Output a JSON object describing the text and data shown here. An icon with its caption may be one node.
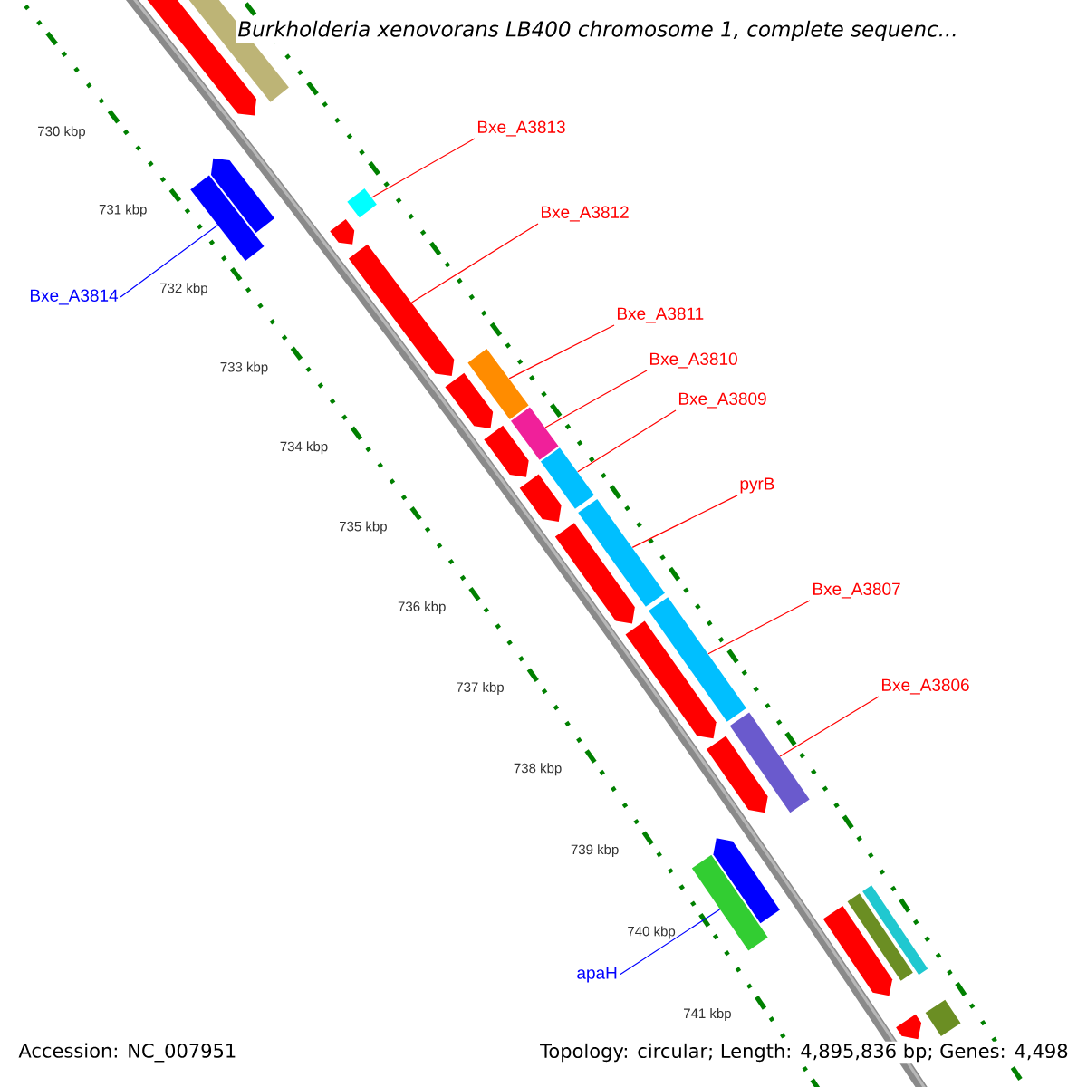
{
  "diagram": {
    "title": "Burkholderia xenovorans LB400 chromosome 1, complete sequenc...",
    "nodes": [
      {
        "text": [
          "Bxe_A3813"
        ]
      },
      {
        "text": [],
        "shape": "bar"
      },
      {
        "text": [
          "Bxe_A3812"
        ]
      },
      {
        "text": [],
        "shape": "pentagon"
      },
      {
        "text": [
          "Bxe_A3814"
        ]
      },
      {
        "text": [],
        "shape": "bar"
      },
      {
        "text": [
          "Bxe_A3811"
        ]
      },
      {
        "text": [],
        "shape": "bar"
      },
      {
        "text": [
          "Bxe_A3810"
        ]
      },
      {
        "text": [],
        "shape": "bar"
      },
      {
        "text": [
          "Bxe_A3809"
        ]
      },
      {
        "text": [],
        "shape": "bar"
      },
      {
        "text": [
          "pyrB"
        ]
      },
      {
        "text": [],
        "shape": "bar"
      },
      {
        "text": [
          "Bxe_A3807"
        ]
      },
      {
        "text": [],
        "shape": "bar"
      },
      {
        "text": [
          "Bxe_A3806"
        ]
      },
      {
        "text": [],
        "shape": "bar"
      },
      {
        "text": [
          "apaH"
        ]
      },
      {
        "text": [],
        "shape": "bar"
      },
      {
        "text": [],
        "shape": "pentagon"
      },
      {
        "text": [],
        "shape": "bar"
      },
      {
        "text": [],
        "shape": "pentagon"
      },
      {
        "text": [],
        "shape": "pentagon"
      },
      {
        "text": [],
        "shape": "pentagon"
      },
      {
        "text": [],
        "shape": "pentagon"
      },
      {
        "text": [],
        "shape": "pentagon"
      },
      {
        "text": [],
        "shape": "pentagon"
      },
      {
        "text": [],
        "shape": "pentagon"
      },
      {
        "text": [],
        "shape": "pentagon"
      },
      {
        "text": [],
        "shape": "pentagon"
      },
      {
        "text": [],
        "shape": "pentagon"
      },
      {
        "text": [],
        "shape": "bar"
      },
      {
        "text": [],
        "shape": "bar"
      },
      {
        "text": [],
        "shape": "pentagon"
      },
      {
        "text": [],
        "shape": "bar"
      }
    ],
    "edges": [
      {
        "from": 0,
        "to": 1,
        "arrow": "none"
      },
      {
        "from": 2,
        "to": 3,
        "arrow": "none"
      },
      {
        "from": 4,
        "to": 5,
        "arrow": "none",
        "color": "#0000ff"
      },
      {
        "from": 6,
        "to": 7,
        "arrow": "none"
      },
      {
        "from": 8,
        "to": 9,
        "arrow": "none"
      },
      {
        "from": 10,
        "to": 11,
        "arrow": "none"
      },
      {
        "from": 12,
        "to": 13,
        "arrow": "none"
      },
      {
        "from": 14,
        "to": 15,
        "arrow": "none"
      },
      {
        "from": 16,
        "to": 17,
        "arrow": "none"
      },
      {
        "from": 18,
        "to": 19,
        "arrow": "none",
        "color": "#0000ff"
      }
    ],
    "labels": [
      "730 kbp",
      "731 kbp",
      "732 kbp",
      "733 kbp",
      "734 kbp",
      "735 kbp",
      "736 kbp",
      "737 kbp",
      "738 kbp",
      "739 kbp",
      "740 kbp",
      "741 kbp",
      "Accession: NC_007951",
      "Topology: circular; Length: 4,895,836 bp; Genes: 4,498"
    ]
  }
}
